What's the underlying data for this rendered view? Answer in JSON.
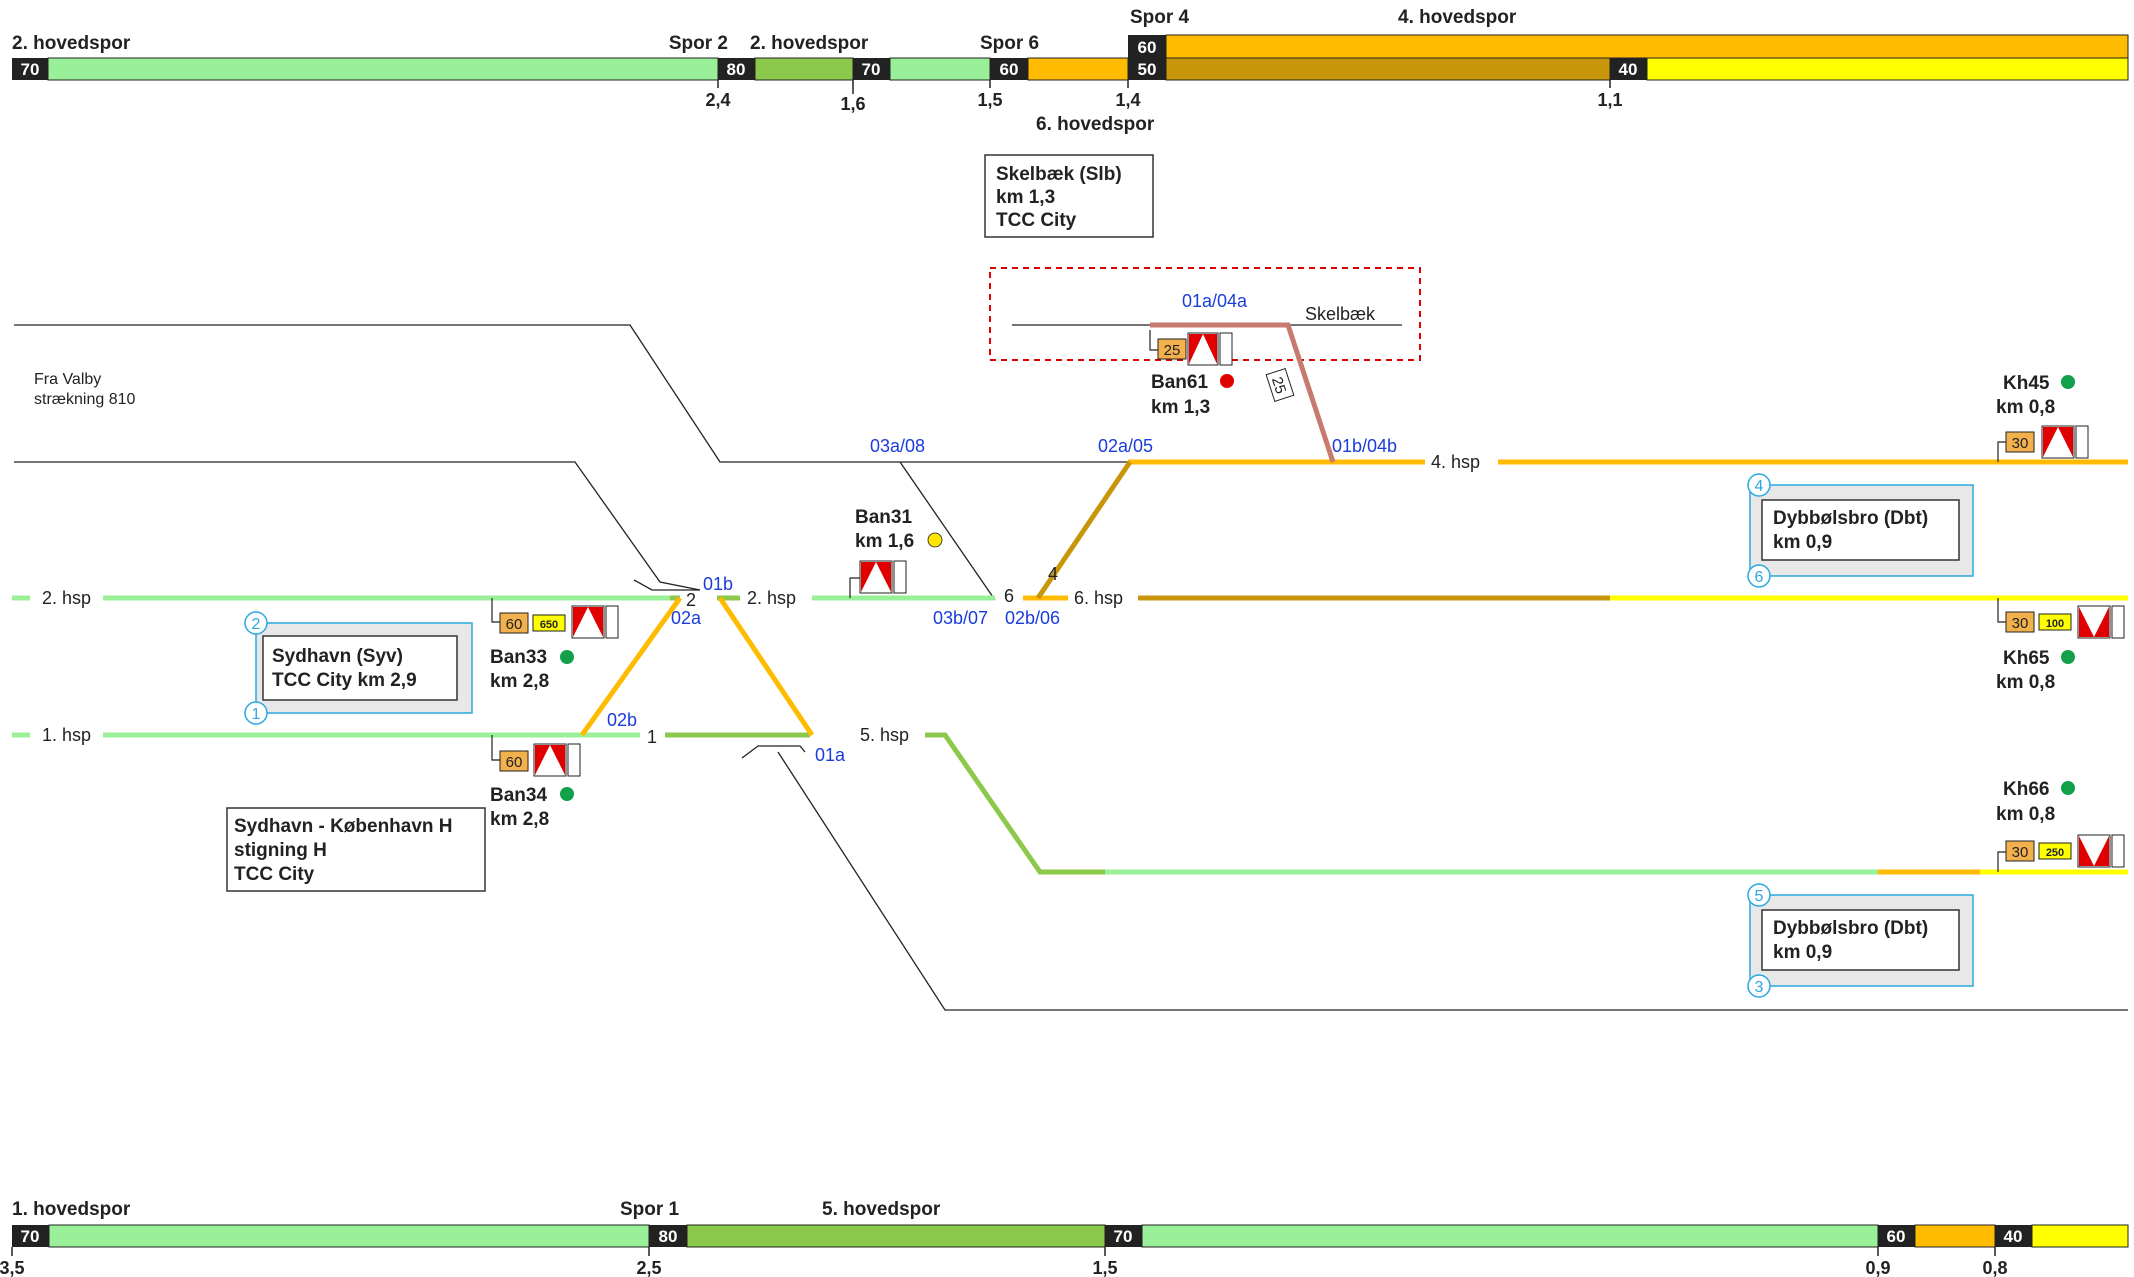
{
  "top_bar": {
    "header_labels": [
      "2. hovedspor",
      "Spor 2",
      "2. hovedspor",
      "Spor 6",
      "Spor 4",
      "4. hovedspor"
    ],
    "speed_boxes": [
      "70",
      "80",
      "70",
      "60",
      "60",
      "50",
      "40"
    ],
    "km_marks": [
      "2,4",
      "1,6",
      "1,5",
      "1,4",
      "1,1"
    ],
    "under_label": "6. hovedspor"
  },
  "bottom_bar": {
    "header_labels": [
      "1. hovedspor",
      "Spor 1",
      "5. hovedspor"
    ],
    "speed_boxes": [
      "70",
      "80",
      "70",
      "60",
      "40"
    ],
    "km_marks": [
      "3,5",
      "2,5",
      "1,5",
      "0,9",
      "0,8"
    ]
  },
  "stations": [
    {
      "lines": [
        "Skelbæk (Slb)",
        "km 1,3",
        "TCC City"
      ]
    },
    {
      "lines": [
        "Sydhavn (Syv)",
        "TCC City km 2,9"
      ]
    },
    {
      "lines": [
        "Sydhavn - København H",
        "stigning H",
        "TCC City"
      ]
    },
    {
      "lines": [
        "Dybbølsbro (Dbt)",
        "km 0,9"
      ]
    },
    {
      "lines": [
        "Dybbølsbro (Dbt)",
        "km 0,9"
      ]
    }
  ],
  "area_numbers": [
    "2",
    "1",
    "4",
    "6",
    "5",
    "3"
  ],
  "track_labels": [
    "2. hsp",
    "1. hsp",
    "2. hsp",
    "6. hsp",
    "4. hsp",
    "5. hsp",
    "Skelbæk"
  ],
  "origin_note": [
    "Fra Valby",
    "strækning 810"
  ],
  "switch_labels": [
    "01a/04a",
    "03a/08",
    "02a/05",
    "01b/04b",
    "01b",
    "02a",
    "03b/07",
    "02b/06",
    "02b",
    "01a"
  ],
  "node_numbers": [
    "2",
    "1",
    "6",
    "4"
  ],
  "signals": [
    {
      "name": "Ban61",
      "km": "km 1,3",
      "status": "red"
    },
    {
      "name": "Ban31",
      "km": "km 1,6",
      "status": "yellow"
    },
    {
      "name": "Ban33",
      "km": "km 2,8",
      "status": "green"
    },
    {
      "name": "Ban34",
      "km": "km 2,8",
      "status": "green"
    },
    {
      "name": "Kh45",
      "km": "km 0,8",
      "status": "green"
    },
    {
      "name": "Kh65",
      "km": "km 0,8",
      "status": "green"
    },
    {
      "name": "Kh66",
      "km": "km 0,8",
      "status": "green"
    }
  ],
  "speed_tags": [
    "25",
    "60",
    "650",
    "60",
    "30",
    "30",
    "100",
    "30",
    "250",
    "25"
  ],
  "colors": {
    "light_green": "#99f099",
    "mid_green": "#8cc84b",
    "orange": "#ffbb00",
    "dark_gold": "#c8960a",
    "yellow": "#ffff00",
    "rose": "#c87a6e",
    "blue_label": "#1a3cdc",
    "cyan": "#29a9e0",
    "red": "#e00000",
    "signal_green": "#12a04a",
    "signal_yellow": "#ffe600"
  }
}
